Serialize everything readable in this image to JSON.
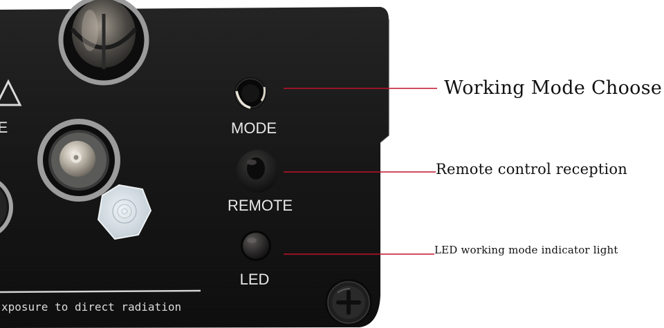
{
  "panel": {
    "labels": {
      "mode": "MODE",
      "remote": "REMOTE",
      "led": "LED",
      "partial_left": "E",
      "warning": "xposure to direct radiation"
    }
  },
  "callouts": {
    "working_mode": "Working Mode Choose",
    "remote_reception": "Remote control reception",
    "led_indicator": "LED working mode indicator light"
  },
  "colors": {
    "panel": "#141414",
    "leader_line": "#c0102a",
    "label_text": "#e8e8e8"
  },
  "icons": {
    "mode_button": "round-push-button",
    "remote_receiver": "ir-receiver-icon",
    "led": "led-indicator-icon",
    "screw": "phillips-screw-icon",
    "warning": "warning-triangle-icon"
  }
}
